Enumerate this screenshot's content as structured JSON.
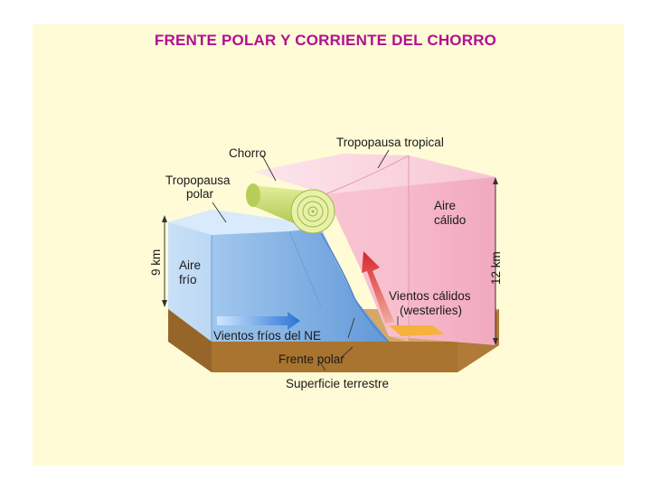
{
  "title": "FRENTE POLAR Y CORRIENTE  DEL CHORRO",
  "labels": {
    "chorro": "Chorro",
    "tropopausa_tropical": "Tropopausa tropical",
    "tropopausa_polar_1": "Tropopausa",
    "tropopausa_polar_2": "polar",
    "aire_calido_1": "Aire",
    "aire_calido_2": "cálido",
    "aire_frio_1": "Aire",
    "aire_frio_2": "frío",
    "altura_polar": "9 km",
    "altura_tropical": "12 km",
    "vientos_calidos_1": "Vientos cálidos",
    "vientos_calidos_2": "(westerlies)",
    "vientos_frios": "Vientos fríos del NE",
    "frente_polar": "Frente polar",
    "superficie": "Superficie terrestre"
  },
  "colors": {
    "title": "#b0108f",
    "background": "#fffbd6",
    "cold_air": "#a9cdf0",
    "warm_air": "#f5b8c8",
    "ground": "#b88443",
    "jet": "#c9dc6c"
  }
}
